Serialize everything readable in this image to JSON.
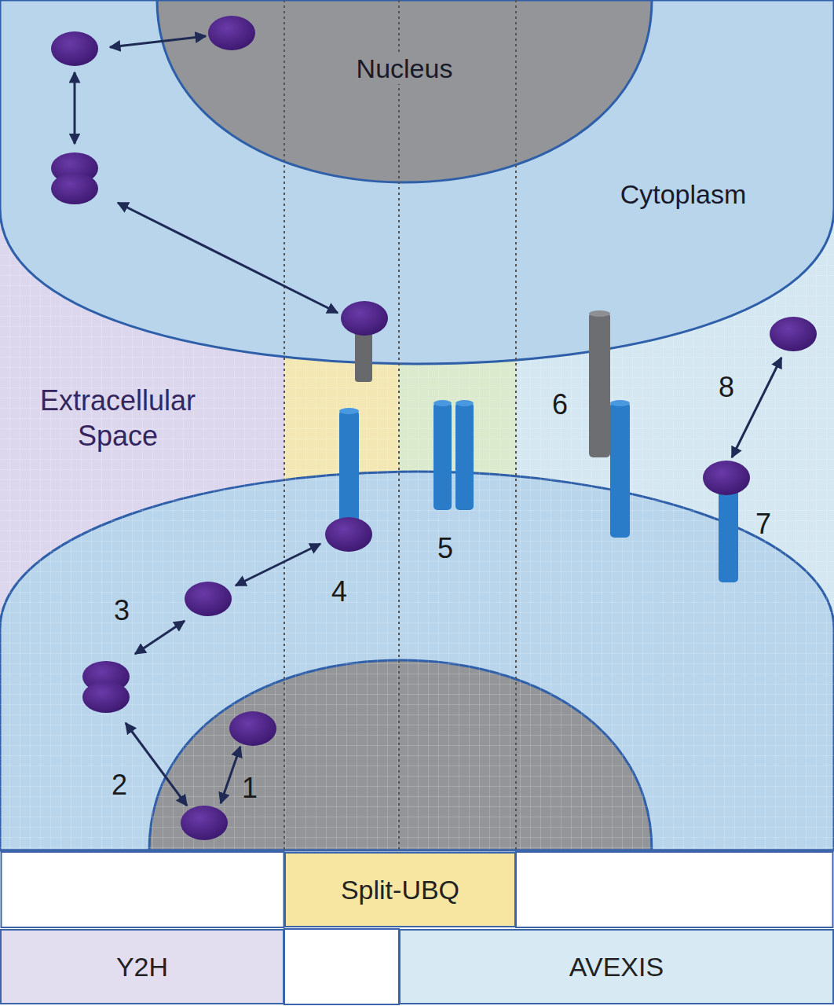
{
  "diagram": {
    "nodes": [
      {
        "text": [
          "Cytoplasm"
        ]
      },
      {
        "text": [
          "Nucleus"
        ],
        "in": 0
      },
      {
        "text": [
          "Split-UBQ"
        ]
      },
      {
        "text": [
          "Y2H"
        ]
      },
      {
        "text": [
          "AVEXIS"
        ]
      }
    ],
    "labels": [
      "Extracellular Space",
      "1",
      "2",
      "3",
      "4",
      "5",
      "6",
      "7",
      "8"
    ]
  }
}
